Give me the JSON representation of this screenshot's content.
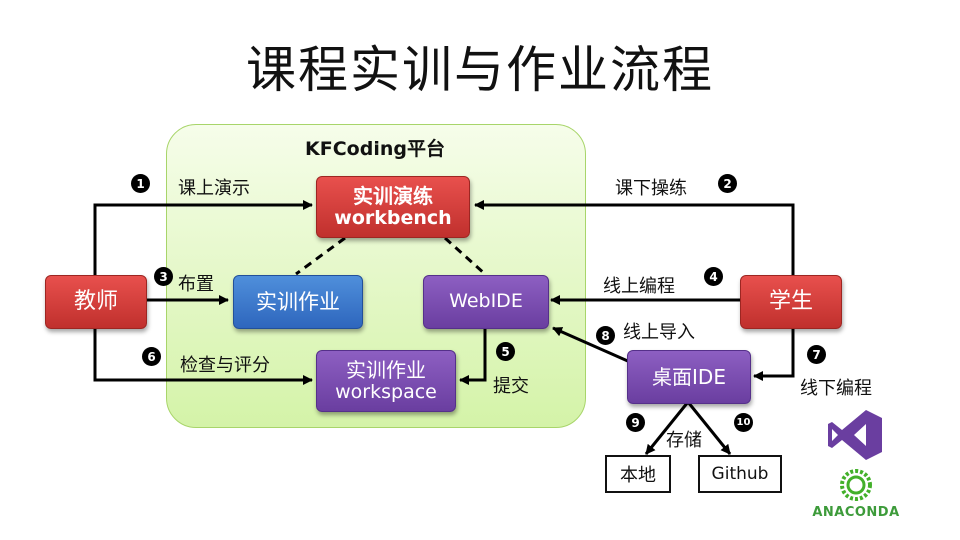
{
  "title": "课程实训与作业流程",
  "platform": {
    "label": "KFCoding平台"
  },
  "nodes": {
    "teacher": "教师",
    "student": "学生",
    "practice_line1": "实训演练",
    "practice_line2": "workbench",
    "homework": "实训作业",
    "webide": "WebIDE",
    "workspace_line1": "实训作业",
    "workspace_line2": "workspace",
    "desktop_ide": "桌面IDE",
    "local": "本地",
    "github": "Github"
  },
  "steps": [
    {
      "num": "1",
      "label": "课上演示"
    },
    {
      "num": "2",
      "label": "课下操练"
    },
    {
      "num": "3",
      "label": "布置"
    },
    {
      "num": "4",
      "label": "线上编程"
    },
    {
      "num": "5",
      "label": "提交"
    },
    {
      "num": "6",
      "label": "检查与评分"
    },
    {
      "num": "7",
      "label": "线下编程"
    },
    {
      "num": "8",
      "label": "线上导入"
    },
    {
      "num": "9",
      "label": "存储"
    },
    {
      "num": "10",
      "label": ""
    }
  ],
  "logos": {
    "anaconda": "ANACONDA",
    "visual_studio_icon": "visual-studio-icon"
  },
  "colors": {
    "red": "#c9302c",
    "blue": "#2e66bd",
    "purple": "#6a3ea0",
    "platform_bg": "#d4f3a8"
  }
}
